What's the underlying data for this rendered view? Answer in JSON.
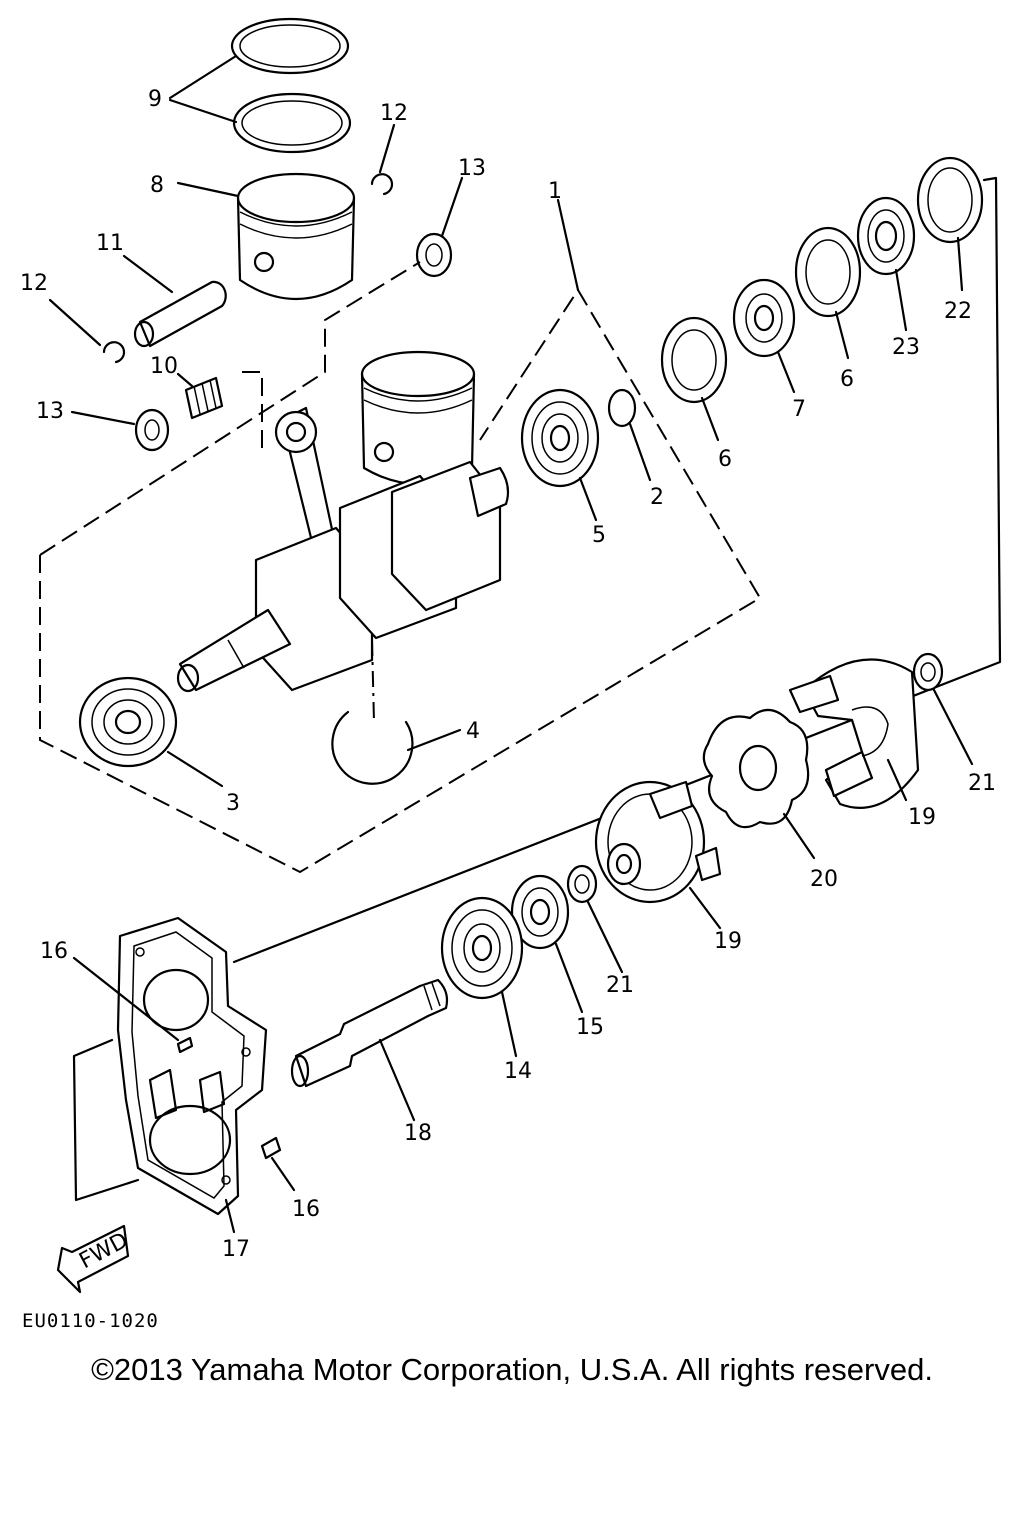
{
  "diagram": {
    "callouts": [
      {
        "id": "9",
        "text": "9"
      },
      {
        "id": "12a",
        "text": "12"
      },
      {
        "id": "8",
        "text": "8"
      },
      {
        "id": "13a",
        "text": "13"
      },
      {
        "id": "1",
        "text": "1"
      },
      {
        "id": "11",
        "text": "11"
      },
      {
        "id": "12b",
        "text": "12"
      },
      {
        "id": "10",
        "text": "10"
      },
      {
        "id": "13b",
        "text": "13"
      },
      {
        "id": "22",
        "text": "22"
      },
      {
        "id": "23",
        "text": "23"
      },
      {
        "id": "6a",
        "text": "6"
      },
      {
        "id": "7",
        "text": "7"
      },
      {
        "id": "6b",
        "text": "6"
      },
      {
        "id": "2",
        "text": "2"
      },
      {
        "id": "5",
        "text": "5"
      },
      {
        "id": "4",
        "text": "4"
      },
      {
        "id": "3",
        "text": "3"
      },
      {
        "id": "21a",
        "text": "21"
      },
      {
        "id": "19a",
        "text": "19"
      },
      {
        "id": "20",
        "text": "20"
      },
      {
        "id": "19b",
        "text": "19"
      },
      {
        "id": "21b",
        "text": "21"
      },
      {
        "id": "16a",
        "text": "16"
      },
      {
        "id": "15",
        "text": "15"
      },
      {
        "id": "14",
        "text": "14"
      },
      {
        "id": "18",
        "text": "18"
      },
      {
        "id": "16b",
        "text": "16"
      },
      {
        "id": "17",
        "text": "17"
      }
    ],
    "fwd_arrow_label": "FWD",
    "drawing_code": "EU0110-1020"
  },
  "footer": {
    "copyright": "©2013 Yamaha Motor Corporation, U.S.A. All rights reserved."
  }
}
